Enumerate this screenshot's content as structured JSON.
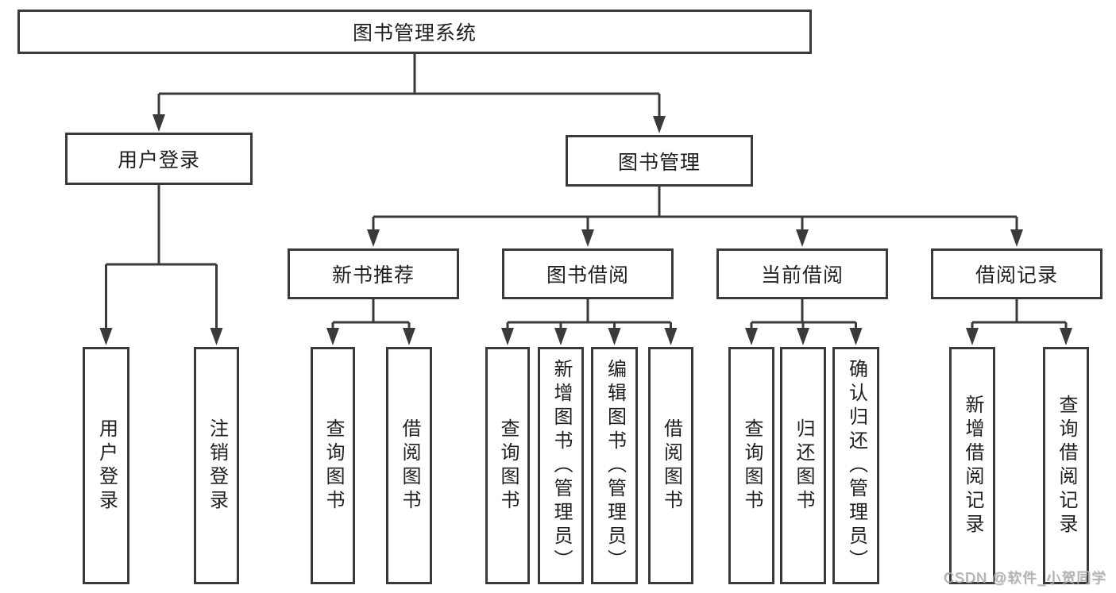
{
  "diagram": {
    "root": "图书管理系统",
    "branches": [
      {
        "label": "用户登录",
        "children": [
          "用户登录",
          "注销登录"
        ]
      },
      {
        "label": "图书管理",
        "sections": [
          {
            "label": "新书推荐",
            "children": [
              "查询图书",
              "借阅图书"
            ]
          },
          {
            "label": "图书借阅",
            "children": [
              "查询图书",
              "新增图书（管理员）",
              "编辑图书（管理员）",
              "借阅图书"
            ]
          },
          {
            "label": "当前借阅",
            "children": [
              "查询图书",
              "归还图书",
              "确认归还（管理员）"
            ]
          },
          {
            "label": "借阅记录",
            "children": [
              "新增借阅记录",
              "查询借阅记录"
            ]
          }
        ]
      }
    ]
  },
  "watermark": {
    "text": "CSDN @软件_小贺同学"
  },
  "colors": {
    "line": "#3a3a3a",
    "text": "#1f1f1f",
    "box_fill": "#ffffff",
    "page_bg": "#ffffff",
    "watermark": "#b3b3b3"
  }
}
